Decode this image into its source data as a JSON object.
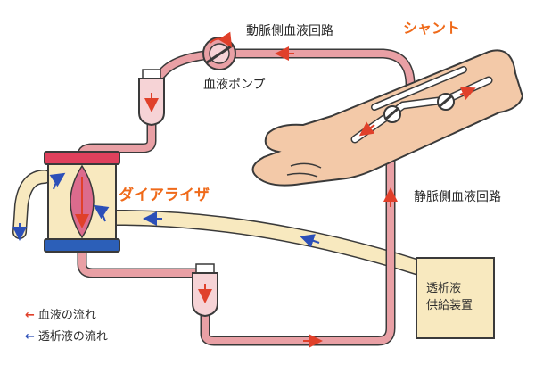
{
  "labels": {
    "arterial_line": "動脈側血液回路",
    "blood_pump": "血液ポンプ",
    "shunt": "シャント",
    "dialyzer": "ダイアライザ",
    "venous_line": "静脈側血液回路",
    "supply_unit": "透析液\n供給装置"
  },
  "legend": {
    "blood_flow": {
      "symbol": "←",
      "label": "血液の流れ"
    },
    "dialysate_flow": {
      "symbol": "←",
      "label": "透析液の流れ"
    }
  },
  "colors": {
    "blood_arrow": "#e0402a",
    "dialysate_arrow": "#2c4fb8",
    "accent_text": "#ef6a1a",
    "blood_tube": "#e9a0a5",
    "dialysate_tube": "#f8e9bf",
    "skin": "#f3c9a8",
    "dialyzer_top_cap": "#e0405c",
    "dialyzer_bottom_cap": "#2c5fb8"
  }
}
